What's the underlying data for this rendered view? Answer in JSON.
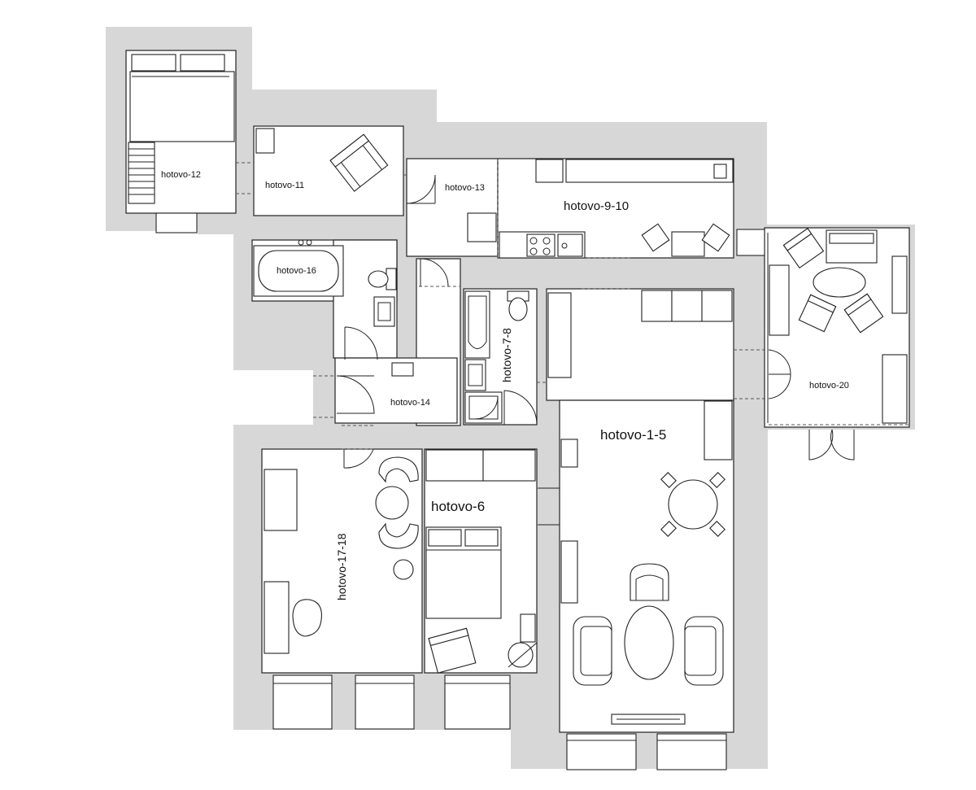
{
  "rooms": {
    "r12": "hotovo-12",
    "r11": "hotovo-11",
    "r13": "hotovo-13",
    "r910": "hotovo-9-10",
    "r16": "hotovo-16",
    "r78": "hotovo-7-8",
    "r14": "hotovo-14",
    "r20": "hotovo-20",
    "r15": "hotovo-1-5",
    "r6": "hotovo-6",
    "r1718": "hotovo-17-18"
  },
  "colors": {
    "wall": "#d7d7d7",
    "line": "#222222",
    "floor": "#ffffff"
  }
}
